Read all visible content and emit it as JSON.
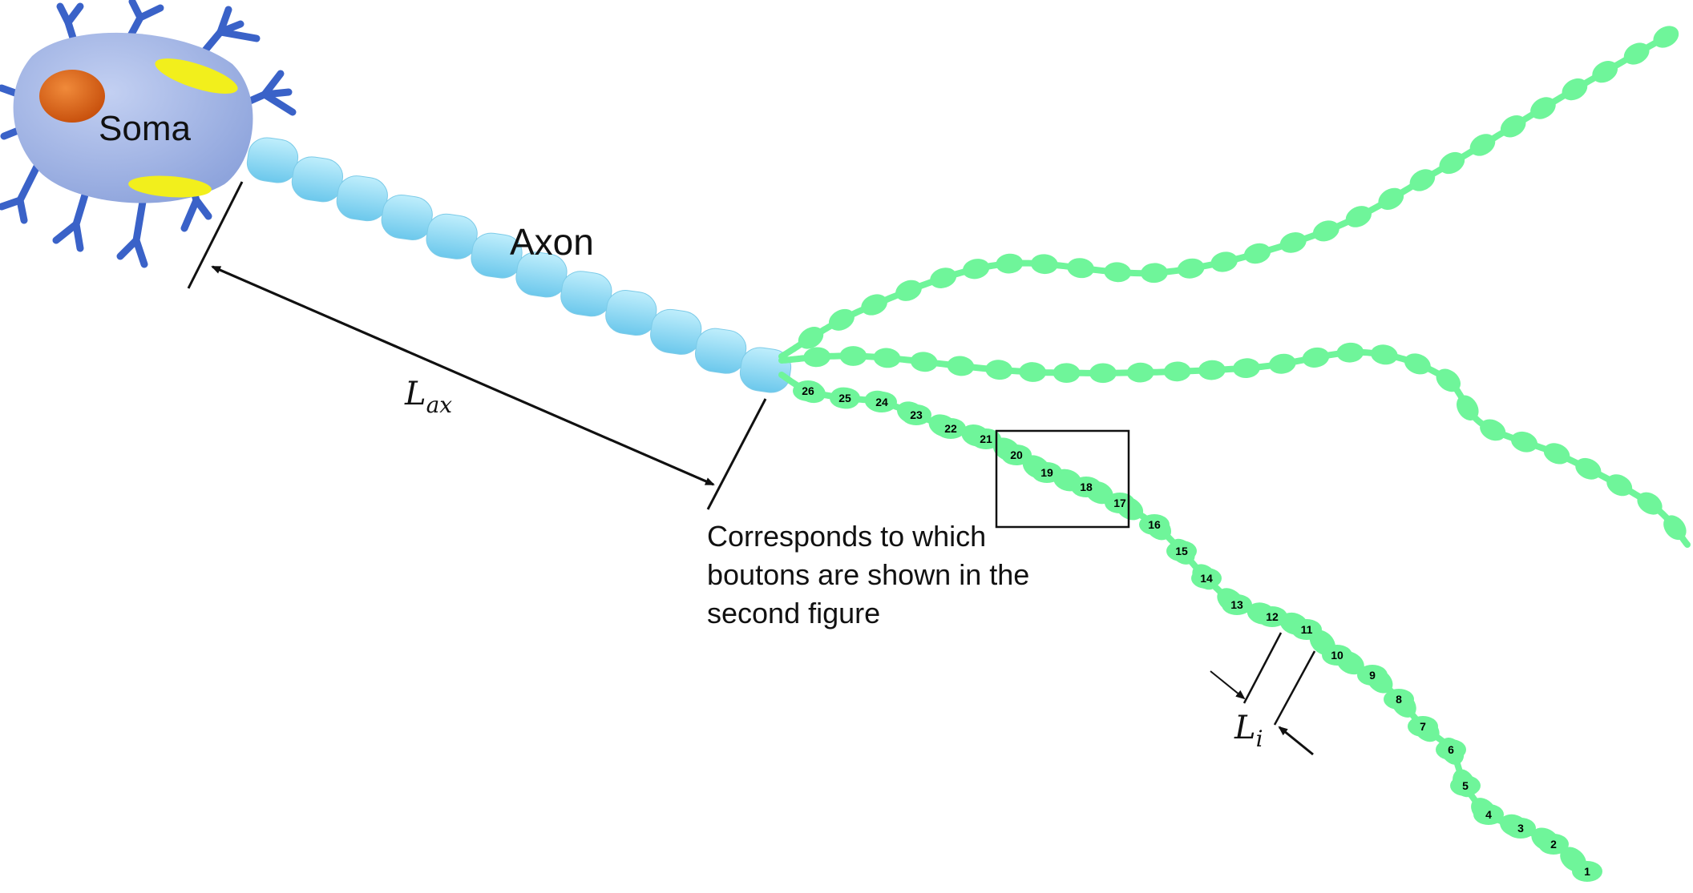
{
  "labels": {
    "soma": "Soma",
    "axon": "Axon",
    "lax_main": "L",
    "lax_sub": "ax",
    "li_main": "L",
    "li_sub": "i",
    "note_line1": "Corresponds to which",
    "note_line2": "boutons are shown in the",
    "note_line3": "second figure"
  },
  "boutons": [
    "1",
    "2",
    "3",
    "4",
    "5",
    "6",
    "7",
    "8",
    "9",
    "10",
    "11",
    "12",
    "13",
    "14",
    "15",
    "16",
    "17",
    "18",
    "19",
    "20",
    "21",
    "22",
    "23",
    "24",
    "25",
    "26"
  ],
  "colors": {
    "soma_fill": "#9fb3e6",
    "nucleus": "#e0661a",
    "organelle": "#f2ef1c",
    "dendrite": "#3a62c8",
    "myelin": "#8fd8f2",
    "terminal": "#6ff59a"
  }
}
